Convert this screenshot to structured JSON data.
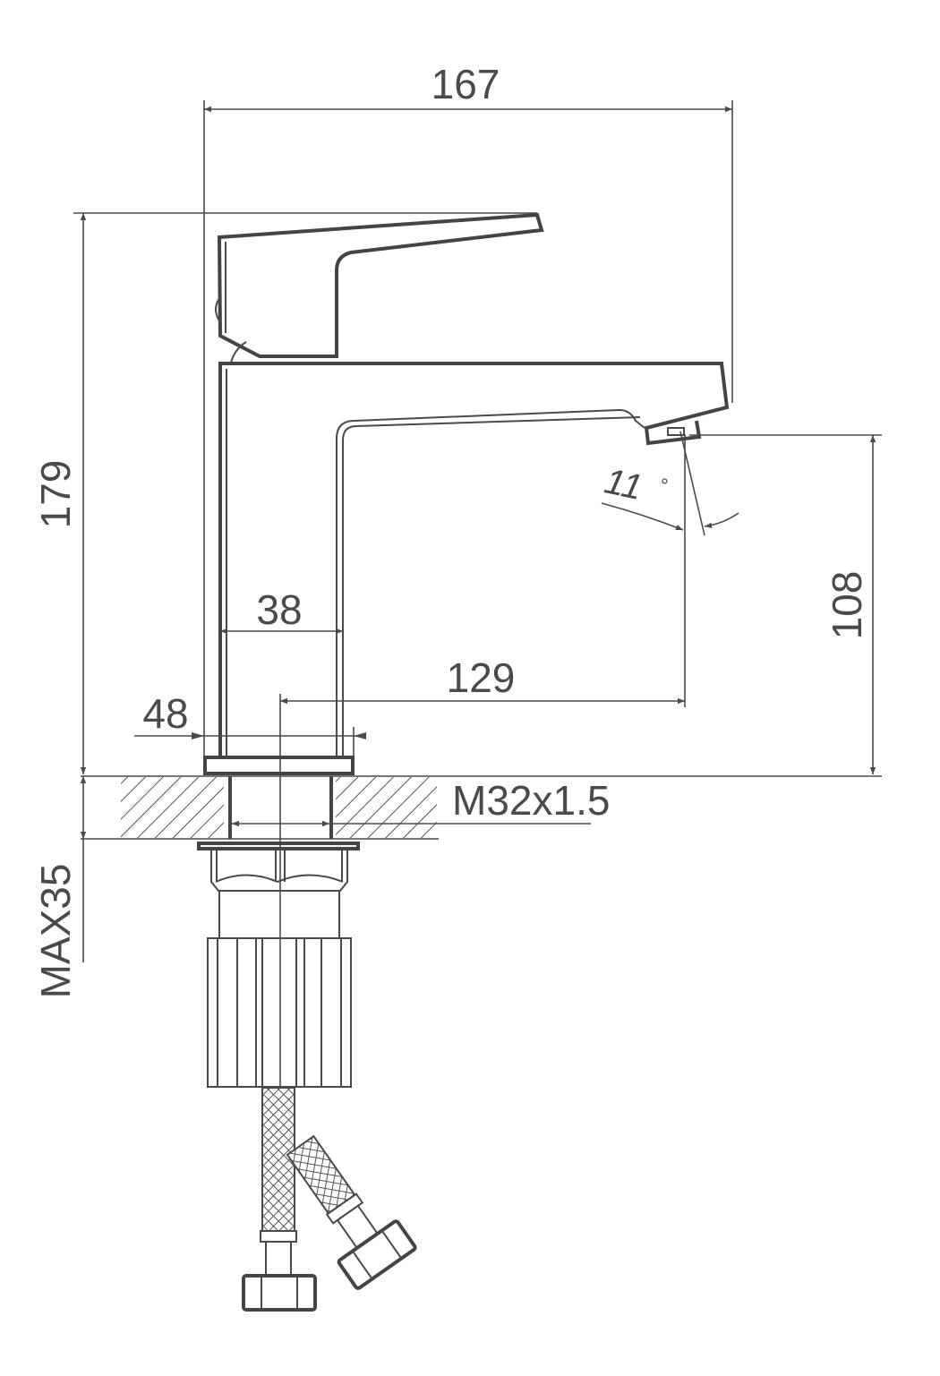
{
  "title": "Basin faucet dimension drawing",
  "dimensions": {
    "overall_width": "167",
    "overall_height": "179",
    "spout_height": "108",
    "spout_angle": "11",
    "degree_symbol": "°",
    "body_inner_width": "38",
    "spout_reach": "129",
    "base_width": "48",
    "thread": "M32x1.5",
    "max_counter_thickness": "MAX35"
  },
  "colors": {
    "line": "#4a4a4a"
  }
}
